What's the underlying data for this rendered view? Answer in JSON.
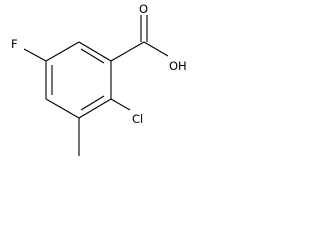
{
  "molecule": {
    "atoms": {
      "fluorine": "F",
      "carbonyl_oxygen": "O",
      "hydroxyl": "OH",
      "chlorine": "Cl"
    },
    "colors": {
      "bond": "#000000",
      "label": "#000000",
      "background": "#ffffff"
    }
  }
}
